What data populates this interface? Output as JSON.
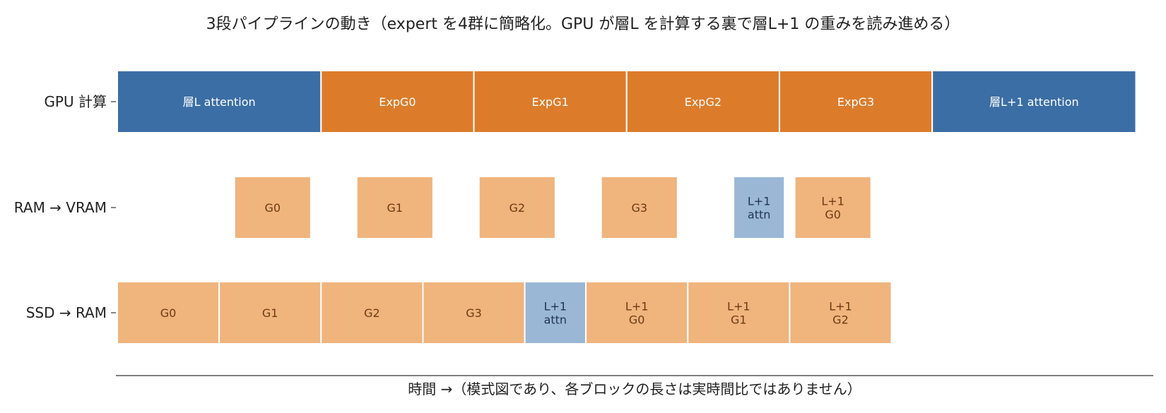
{
  "chart_data": {
    "type": "gantt",
    "title": "3段パイプラインの動き（expert を4群に簡略化。GPU が層L を計算する裏で層L+1 の重みを読み進める）",
    "xlabel": "時間 →（模式図であり、各ブロックの長さは実時間比ではありません）",
    "colors": {
      "attention": "#3b6ea5",
      "expert": "#dc7c2b",
      "transfer": "#f0b47d",
      "attn_transfer": "#9ab7d6",
      "text_light": "#ffffff",
      "text_transfer": "#6b3b12",
      "text_attn_transfer": "#1f3550"
    },
    "lanes": [
      {
        "name": "GPU 計算",
        "blocks": [
          {
            "label": "層L attention",
            "start": 0,
            "end": 2.0,
            "kind": "attention"
          },
          {
            "label": "ExpG0",
            "start": 2.0,
            "end": 3.5,
            "kind": "expert"
          },
          {
            "label": "ExpG1",
            "start": 3.5,
            "end": 5.0,
            "kind": "expert"
          },
          {
            "label": "ExpG2",
            "start": 5.0,
            "end": 6.5,
            "kind": "expert"
          },
          {
            "label": "ExpG3",
            "start": 6.5,
            "end": 8.0,
            "kind": "expert"
          },
          {
            "label": "層L+1 attention",
            "start": 8.0,
            "end": 10.0,
            "kind": "attention"
          }
        ]
      },
      {
        "name": "RAM → VRAM",
        "blocks": [
          {
            "label": "G0",
            "start": 1.15,
            "end": 1.9,
            "kind": "transfer"
          },
          {
            "label": "G1",
            "start": 2.35,
            "end": 3.1,
            "kind": "transfer"
          },
          {
            "label": "G2",
            "start": 3.55,
            "end": 4.3,
            "kind": "transfer"
          },
          {
            "label": "G3",
            "start": 4.75,
            "end": 5.5,
            "kind": "transfer"
          },
          {
            "label": "L+1\nattn",
            "start": 6.05,
            "end": 6.55,
            "kind": "attn_transfer"
          },
          {
            "label": "L+1\nG0",
            "start": 6.65,
            "end": 7.4,
            "kind": "transfer"
          }
        ]
      },
      {
        "name": "SSD → RAM",
        "blocks": [
          {
            "label": "G0",
            "start": 0,
            "end": 1.0,
            "kind": "transfer"
          },
          {
            "label": "G1",
            "start": 1.0,
            "end": 2.0,
            "kind": "transfer"
          },
          {
            "label": "G2",
            "start": 2.0,
            "end": 3.0,
            "kind": "transfer"
          },
          {
            "label": "G3",
            "start": 3.0,
            "end": 4.0,
            "kind": "transfer"
          },
          {
            "label": "L+1\nattn",
            "start": 4.0,
            "end": 4.6,
            "kind": "attn_transfer"
          },
          {
            "label": "L+1\nG0",
            "start": 4.6,
            "end": 5.6,
            "kind": "transfer"
          },
          {
            "label": "L+1\nG1",
            "start": 5.6,
            "end": 6.6,
            "kind": "transfer"
          },
          {
            "label": "L+1\nG2",
            "start": 6.6,
            "end": 7.6,
            "kind": "transfer"
          }
        ]
      }
    ],
    "xlim": [
      0,
      10.17
    ],
    "grid": false,
    "legend": "none"
  }
}
